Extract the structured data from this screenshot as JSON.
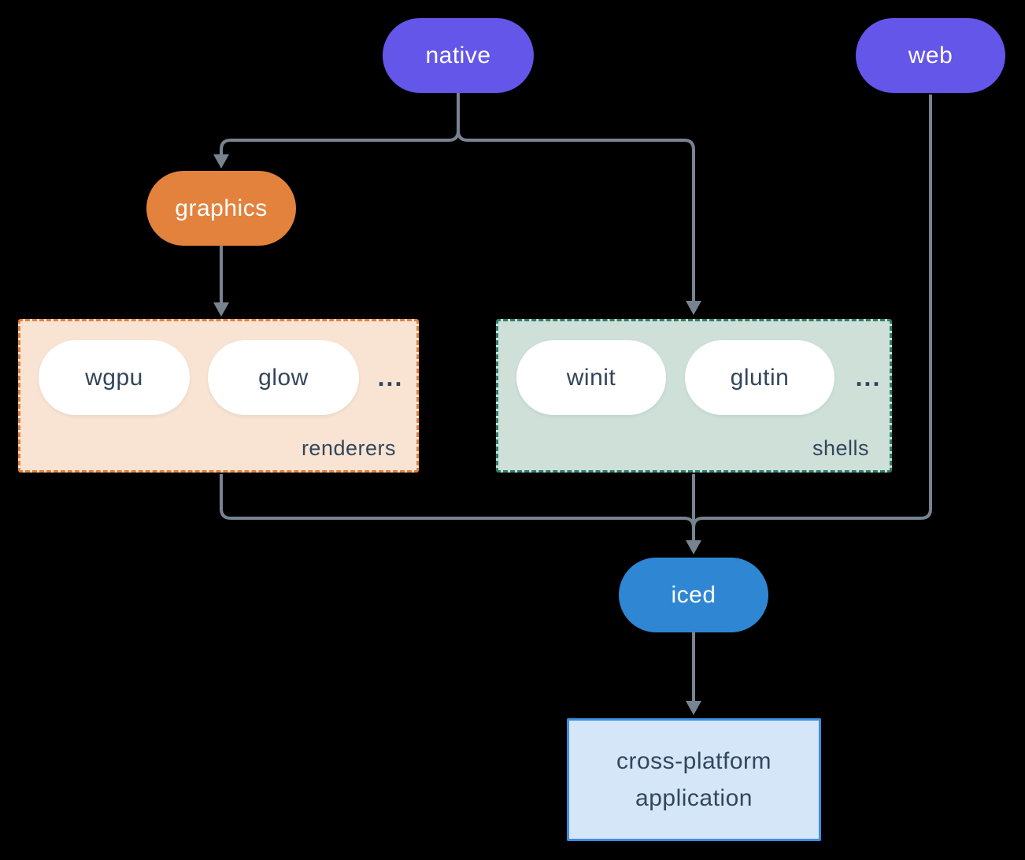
{
  "nodes": {
    "native": "native",
    "web": "web",
    "graphics": "graphics",
    "iced": "iced"
  },
  "groups": {
    "renderers": {
      "label": "renderers",
      "items": [
        "wgpu",
        "glow"
      ],
      "more": "..."
    },
    "shells": {
      "label": "shells",
      "items": [
        "winit",
        "glutin"
      ],
      "more": "..."
    }
  },
  "application": {
    "line1": "cross-platform",
    "line2": "application"
  },
  "colors": {
    "purple": "#6356E8",
    "orange": "#E2823D",
    "blue": "#2F87D3",
    "peach-bg": "#F9E4D3",
    "sage-bg": "#CFE0D9",
    "teal-border": "#2E7D6D",
    "lightblue-bg": "#D4E6F7",
    "blue-border": "#3E8EDF",
    "connector": "#77838F",
    "text-dark": "#33465A",
    "text-light": "#FFFFFF",
    "background": "#000000"
  }
}
